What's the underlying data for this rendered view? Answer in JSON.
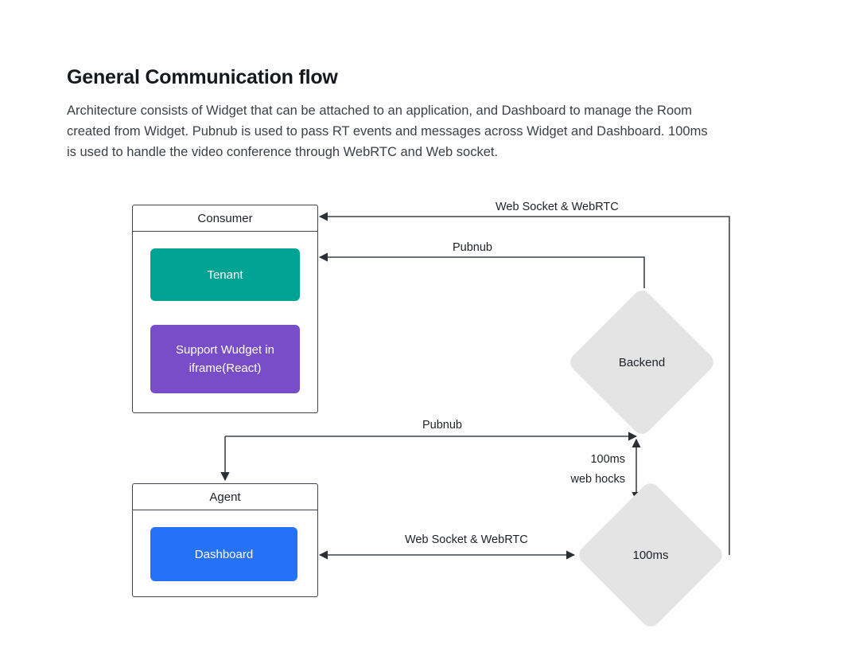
{
  "page": {
    "title": "General Communication flow",
    "description": "Architecture consists of Widget that can be attached to an application, and Dashboard to manage the Room created from Widget. Pubnub is used to pass RT events and messages across Widget and Dashboard. 100ms is used to handle the video conference through WebRTC and Web socket.",
    "background_color": "#fefefe"
  },
  "diagram": {
    "type": "architecture-flow",
    "containers": [
      {
        "id": "consumer",
        "title": "Consumer"
      },
      {
        "id": "agent",
        "title": "Agent"
      }
    ],
    "nodes": [
      {
        "id": "tenant",
        "label": "Tenant",
        "color": "#00a394",
        "shape": "rounded-rect",
        "parent": "consumer"
      },
      {
        "id": "widget",
        "label": "Support Wudget in iframe(React)",
        "label_line1": "Support Wudget in",
        "label_line2": "iframe(React)",
        "color": "#7a4dc8",
        "shape": "rounded-rect",
        "parent": "consumer"
      },
      {
        "id": "dashboard",
        "label": "Dashboard",
        "color": "#2572f6",
        "shape": "rounded-rect",
        "parent": "agent"
      },
      {
        "id": "backend",
        "label": "Backend",
        "color": "#e4e4e4",
        "shape": "diamond"
      },
      {
        "id": "hundredms",
        "label": "100ms",
        "color": "#e4e4e4",
        "shape": "diamond"
      }
    ],
    "edges": [
      {
        "id": "ws-top",
        "label": "Web Socket & WebRTC",
        "from": "hundredms",
        "to": "consumer",
        "arrow": "single"
      },
      {
        "id": "pubnub-top",
        "label": "Pubnub",
        "from": "consumer",
        "to": "backend",
        "arrow": "single"
      },
      {
        "id": "pubnub-mid",
        "label": "Pubnub",
        "from": "consumer",
        "to": "backend",
        "arrow": "single"
      },
      {
        "id": "webhocks",
        "label": "100ms web hocks",
        "label_line1": "100ms",
        "label_line2": "web hocks",
        "from": "backend",
        "to": "hundredms",
        "arrow": "double"
      },
      {
        "id": "ws-bottom",
        "label": "Web Socket & WebRTC",
        "from": "agent",
        "to": "hundredms",
        "arrow": "double"
      },
      {
        "id": "tenant-widget",
        "label": "",
        "from": "tenant",
        "to": "widget",
        "arrow": "single"
      },
      {
        "id": "pubnub-agent-branch",
        "label": "",
        "from": "consumer",
        "to": "agent",
        "arrow": "single"
      }
    ],
    "line_color": "#3f444b"
  }
}
